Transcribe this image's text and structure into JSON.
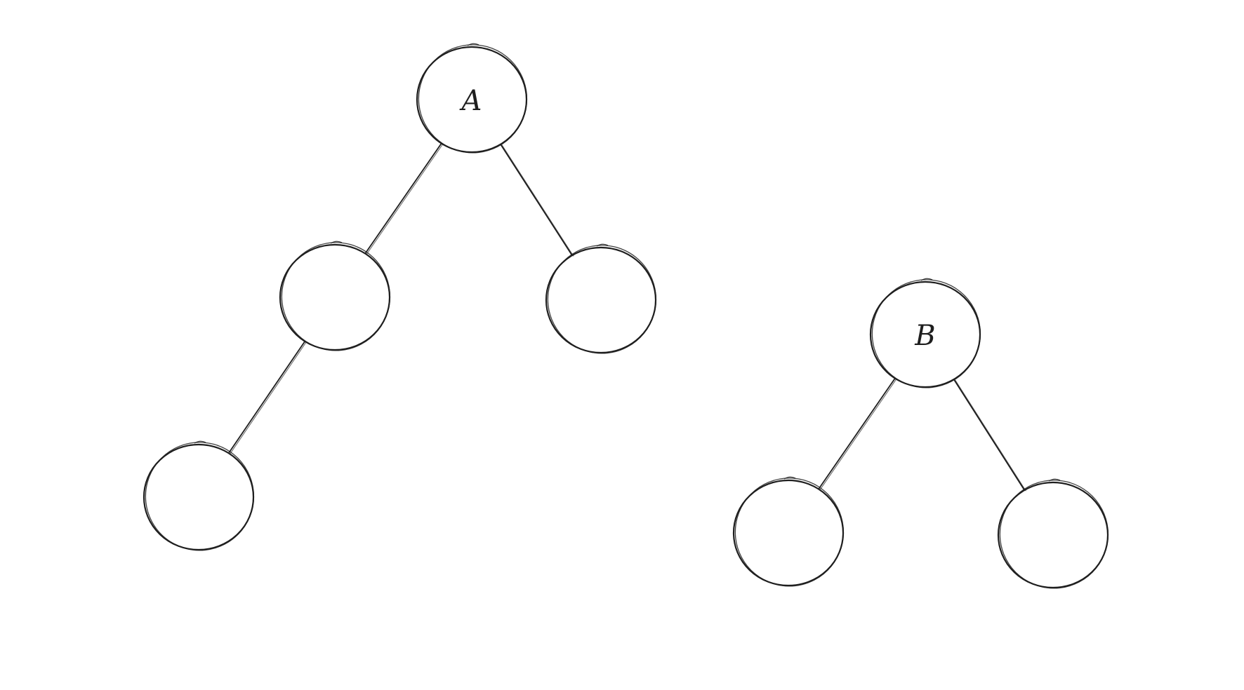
{
  "diagram": {
    "type": "tree",
    "stroke_color": "#1e1e1e",
    "background_color": "#ffffff",
    "trees": [
      {
        "root_label": "A",
        "nodes": [
          {
            "id": "a-root",
            "label": "A"
          },
          {
            "id": "a-left",
            "label": ""
          },
          {
            "id": "a-right",
            "label": ""
          },
          {
            "id": "a-left-left",
            "label": ""
          }
        ],
        "edges": [
          {
            "from": "a-root",
            "to": "a-left"
          },
          {
            "from": "a-root",
            "to": "a-right"
          },
          {
            "from": "a-left",
            "to": "a-left-left"
          }
        ]
      },
      {
        "root_label": "B",
        "nodes": [
          {
            "id": "b-root",
            "label": "B"
          },
          {
            "id": "b-left",
            "label": ""
          },
          {
            "id": "b-right",
            "label": ""
          }
        ],
        "edges": [
          {
            "from": "b-root",
            "to": "b-left"
          },
          {
            "from": "b-root",
            "to": "b-right"
          }
        ]
      }
    ]
  }
}
